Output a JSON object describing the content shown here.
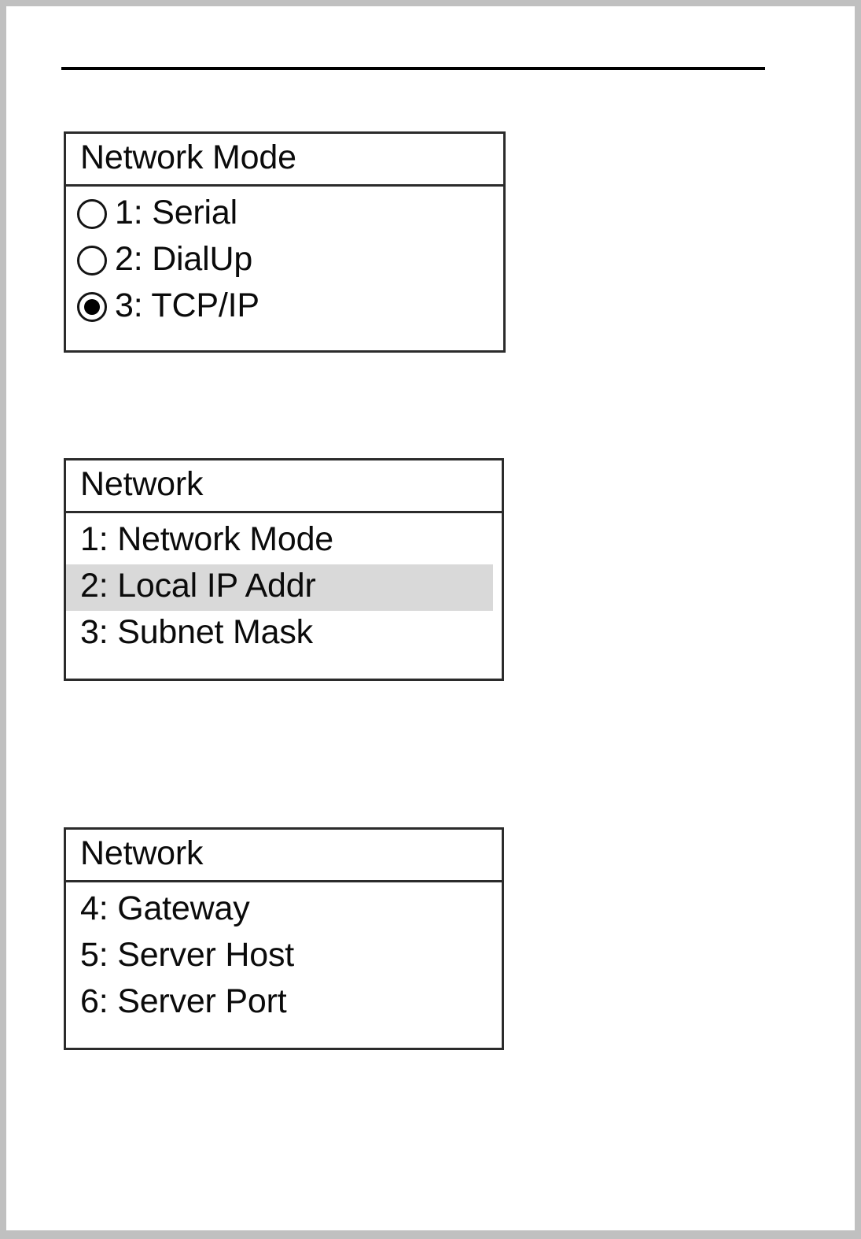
{
  "page": {
    "background_color": "#c0c0c0",
    "paper_color": "#ffffff",
    "rule_color": "#000000",
    "highlight_color": "#d9d9d9",
    "text_color": "#0b0b0b"
  },
  "panels": [
    {
      "id": "network-mode",
      "title": "Network Mode",
      "type": "radio-list",
      "options": [
        {
          "label": "1: Serial",
          "selected": false
        },
        {
          "label": "2: DialUp",
          "selected": false
        },
        {
          "label": "3: TCP/IP",
          "selected": true
        }
      ]
    },
    {
      "id": "network-page-1",
      "title": "Network",
      "type": "menu-list",
      "items": [
        {
          "label": "1: Network Mode",
          "highlighted": false
        },
        {
          "label": "2: Local IP Addr",
          "highlighted": true
        },
        {
          "label": "3: Subnet Mask",
          "highlighted": false
        }
      ]
    },
    {
      "id": "network-page-2",
      "title": "Network",
      "type": "menu-list",
      "items": [
        {
          "label": "4: Gateway",
          "highlighted": false
        },
        {
          "label": "5: Server Host",
          "highlighted": false
        },
        {
          "label": "6: Server Port",
          "highlighted": false
        }
      ]
    }
  ]
}
